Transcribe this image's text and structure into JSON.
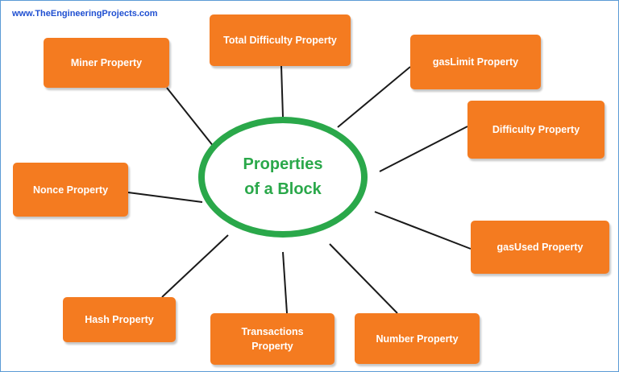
{
  "watermark": "www.TheEngineeringProjects.com",
  "colors": {
    "node_fill": "#f47b20",
    "hub_ring": "#2aa84a",
    "hub_text": "#2aa84a",
    "connector": "#1a1a1a"
  },
  "hub": {
    "label": "Properties\nof a Block"
  },
  "nodes": [
    {
      "id": "miner",
      "label": "Miner Property"
    },
    {
      "id": "total-difficulty",
      "label": "Total Difficulty Property"
    },
    {
      "id": "gaslimit",
      "label": "gasLimit Property"
    },
    {
      "id": "difficulty",
      "label": "Difficulty Property"
    },
    {
      "id": "nonce",
      "label": "Nonce Property"
    },
    {
      "id": "gasused",
      "label": "gasUsed Property"
    },
    {
      "id": "hash",
      "label": "Hash Property"
    },
    {
      "id": "transactions",
      "label": "Transactions\nProperty"
    },
    {
      "id": "number",
      "label": "Number Property"
    }
  ]
}
